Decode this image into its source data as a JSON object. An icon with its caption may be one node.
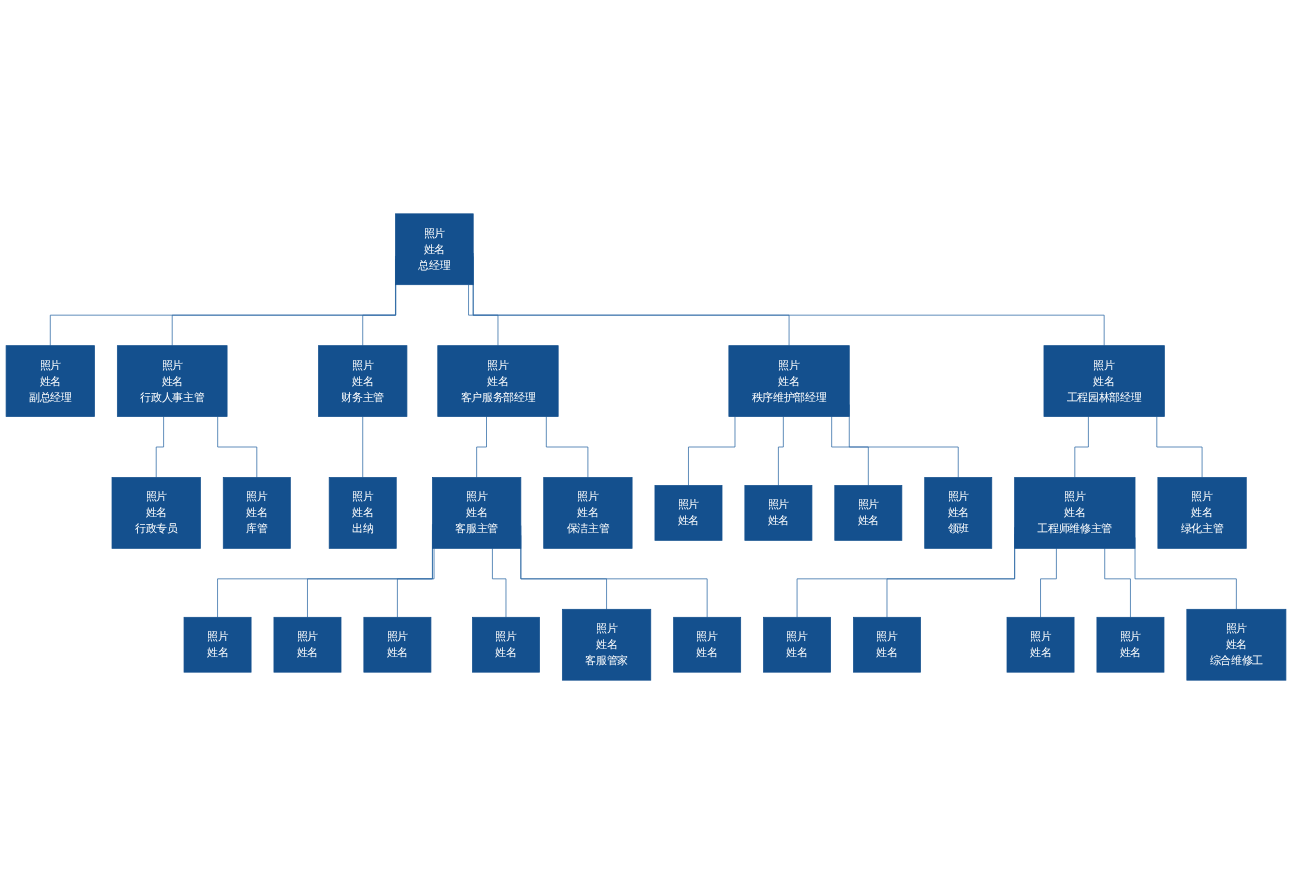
{
  "diagram": {
    "nodes": [
      {
        "text": [
          "照片",
          "姓名",
          "总经理"
        ]
      },
      {
        "text": [
          "照片",
          "姓名",
          "副总经理"
        ]
      },
      {
        "text": [
          "照片",
          "姓名",
          "行政人事主管"
        ]
      },
      {
        "text": [
          "照片",
          "姓名",
          "财务主管"
        ]
      },
      {
        "text": [
          "照片",
          "姓名",
          "客户服务部经理"
        ]
      },
      {
        "text": [
          "照片",
          "姓名",
          "秩序维护部经理"
        ]
      },
      {
        "text": [
          "照片",
          "姓名",
          "工程园林部经理"
        ]
      },
      {
        "text": [
          "照片",
          "姓名",
          "行政专员"
        ]
      },
      {
        "text": [
          "照片",
          "姓名",
          "库管"
        ]
      },
      {
        "text": [
          "照片",
          "姓名",
          "出纳"
        ]
      },
      {
        "text": [
          "照片",
          "姓名",
          "客服主管"
        ]
      },
      {
        "text": [
          "照片",
          "姓名",
          "保洁主管"
        ]
      },
      {
        "text": [
          "照片",
          "姓名"
        ]
      },
      {
        "text": [
          "照片",
          "姓名"
        ]
      },
      {
        "text": [
          "照片",
          "姓名"
        ]
      },
      {
        "text": [
          "照片",
          "姓名",
          "领班"
        ]
      },
      {
        "text": [
          "照片",
          "姓名",
          "工程师维修主管"
        ]
      },
      {
        "text": [
          "照片",
          "姓名",
          "绿化主管"
        ]
      },
      {
        "text": [
          "照片",
          "姓名"
        ]
      },
      {
        "text": [
          "照片",
          "姓名"
        ]
      },
      {
        "text": [
          "照片",
          "姓名"
        ]
      },
      {
        "text": [
          "照片",
          "姓名"
        ]
      },
      {
        "text": [
          "照片",
          "姓名",
          "客服管家"
        ]
      },
      {
        "text": [
          "照片",
          "姓名"
        ]
      },
      {
        "text": [
          "照片",
          "姓名"
        ]
      },
      {
        "text": [
          "照片",
          "姓名"
        ]
      },
      {
        "text": [
          "照片",
          "姓名"
        ]
      },
      {
        "text": [
          "照片",
          "姓名"
        ]
      },
      {
        "text": [
          "照片",
          "姓名",
          "综合维修工"
        ]
      }
    ],
    "edges": [
      {
        "from": 0,
        "to": 1,
        "arrow": "none"
      },
      {
        "from": 0,
        "to": 2,
        "arrow": "none"
      },
      {
        "from": 0,
        "to": 3,
        "arrow": "none"
      },
      {
        "from": 0,
        "to": 4,
        "arrow": "none"
      },
      {
        "from": 0,
        "to": 5,
        "arrow": "none"
      },
      {
        "from": 0,
        "to": 6,
        "arrow": "none"
      },
      {
        "from": 2,
        "to": 7,
        "arrow": "none"
      },
      {
        "from": 2,
        "to": 8,
        "arrow": "none"
      },
      {
        "from": 3,
        "to": 9,
        "arrow": "none"
      },
      {
        "from": 4,
        "to": 10,
        "arrow": "none"
      },
      {
        "from": 4,
        "to": 11,
        "arrow": "none"
      },
      {
        "from": 5,
        "to": 12,
        "arrow": "none"
      },
      {
        "from": 5,
        "to": 13,
        "arrow": "none"
      },
      {
        "from": 5,
        "to": 14,
        "arrow": "none"
      },
      {
        "from": 5,
        "to": 15,
        "arrow": "none"
      },
      {
        "from": 6,
        "to": 16,
        "arrow": "none"
      },
      {
        "from": 6,
        "to": 17,
        "arrow": "none"
      },
      {
        "from": 10,
        "to": 18,
        "arrow": "none"
      },
      {
        "from": 10,
        "to": 19,
        "arrow": "none"
      },
      {
        "from": 10,
        "to": 20,
        "arrow": "none"
      },
      {
        "from": 10,
        "to": 21,
        "arrow": "none"
      },
      {
        "from": 10,
        "to": 22,
        "arrow": "none"
      },
      {
        "from": 10,
        "to": 23,
        "arrow": "none"
      },
      {
        "from": 16,
        "to": 24,
        "arrow": "none"
      },
      {
        "from": 16,
        "to": 25,
        "arrow": "none"
      },
      {
        "from": 16,
        "to": 26,
        "arrow": "none"
      },
      {
        "from": 16,
        "to": 27,
        "arrow": "none"
      },
      {
        "from": 16,
        "to": 28,
        "arrow": "none"
      }
    ]
  }
}
